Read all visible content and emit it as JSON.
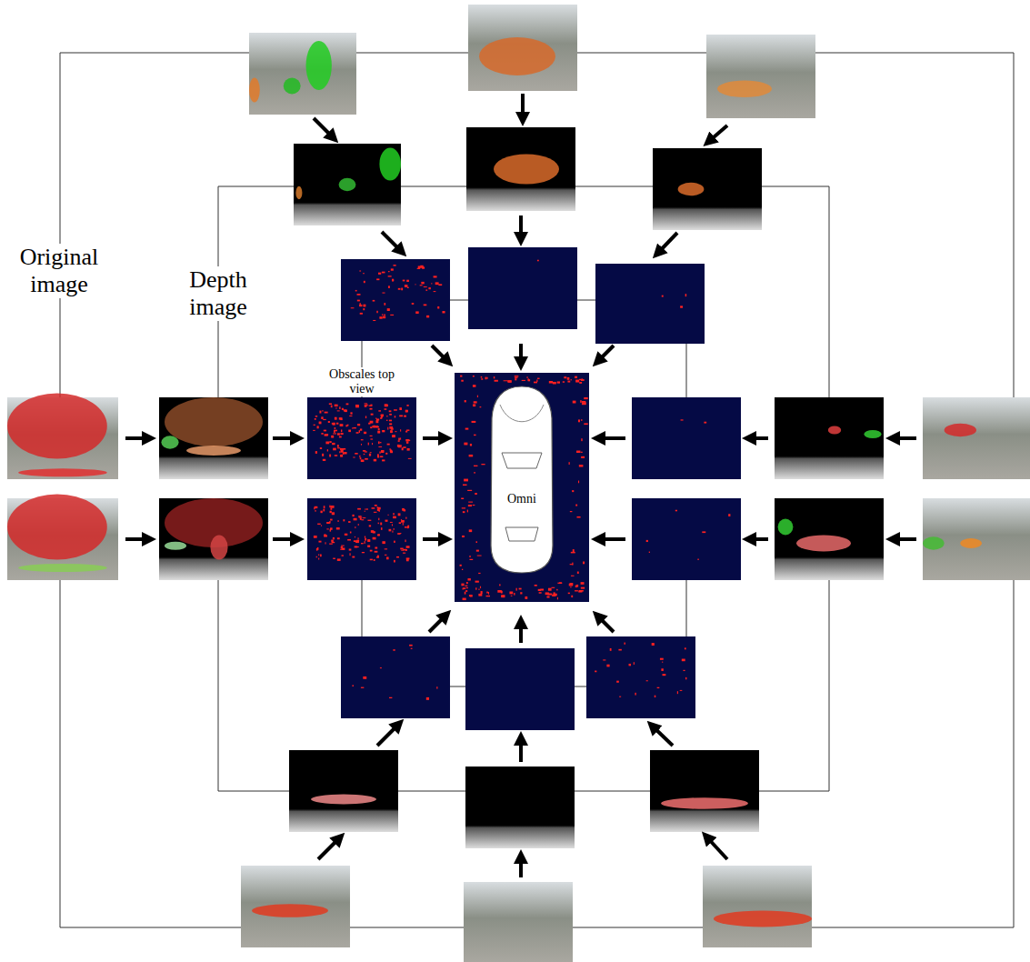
{
  "diagram": {
    "nodes": [
      {
        "text": [
          "Omni"
        ]
      }
    ],
    "labels": [
      "Original image",
      "Depth image",
      "Obscales top view"
    ]
  }
}
